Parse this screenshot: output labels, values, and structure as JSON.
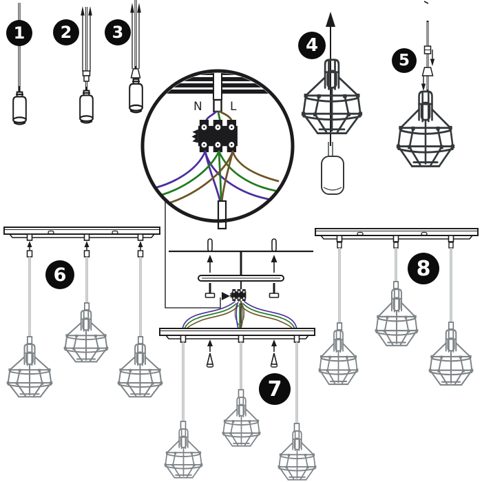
{
  "steps": {
    "badges": [
      "1",
      "2",
      "3",
      "4",
      "5",
      "6",
      "7",
      "8"
    ]
  },
  "wiring": {
    "neutral_label": "N",
    "live_label": "L"
  },
  "colors": {
    "outline": "#1c1c1e",
    "cage_gray": "#7e8487",
    "cord_gray": "#8a8f92",
    "dark_gray": "#34383a",
    "wire_neutral": "#4a2f9f",
    "wire_earth": "#237a23",
    "wire_live": "#6e5426",
    "badge_bg": "#0c0c0c",
    "badge_fg": "#ffffff"
  }
}
